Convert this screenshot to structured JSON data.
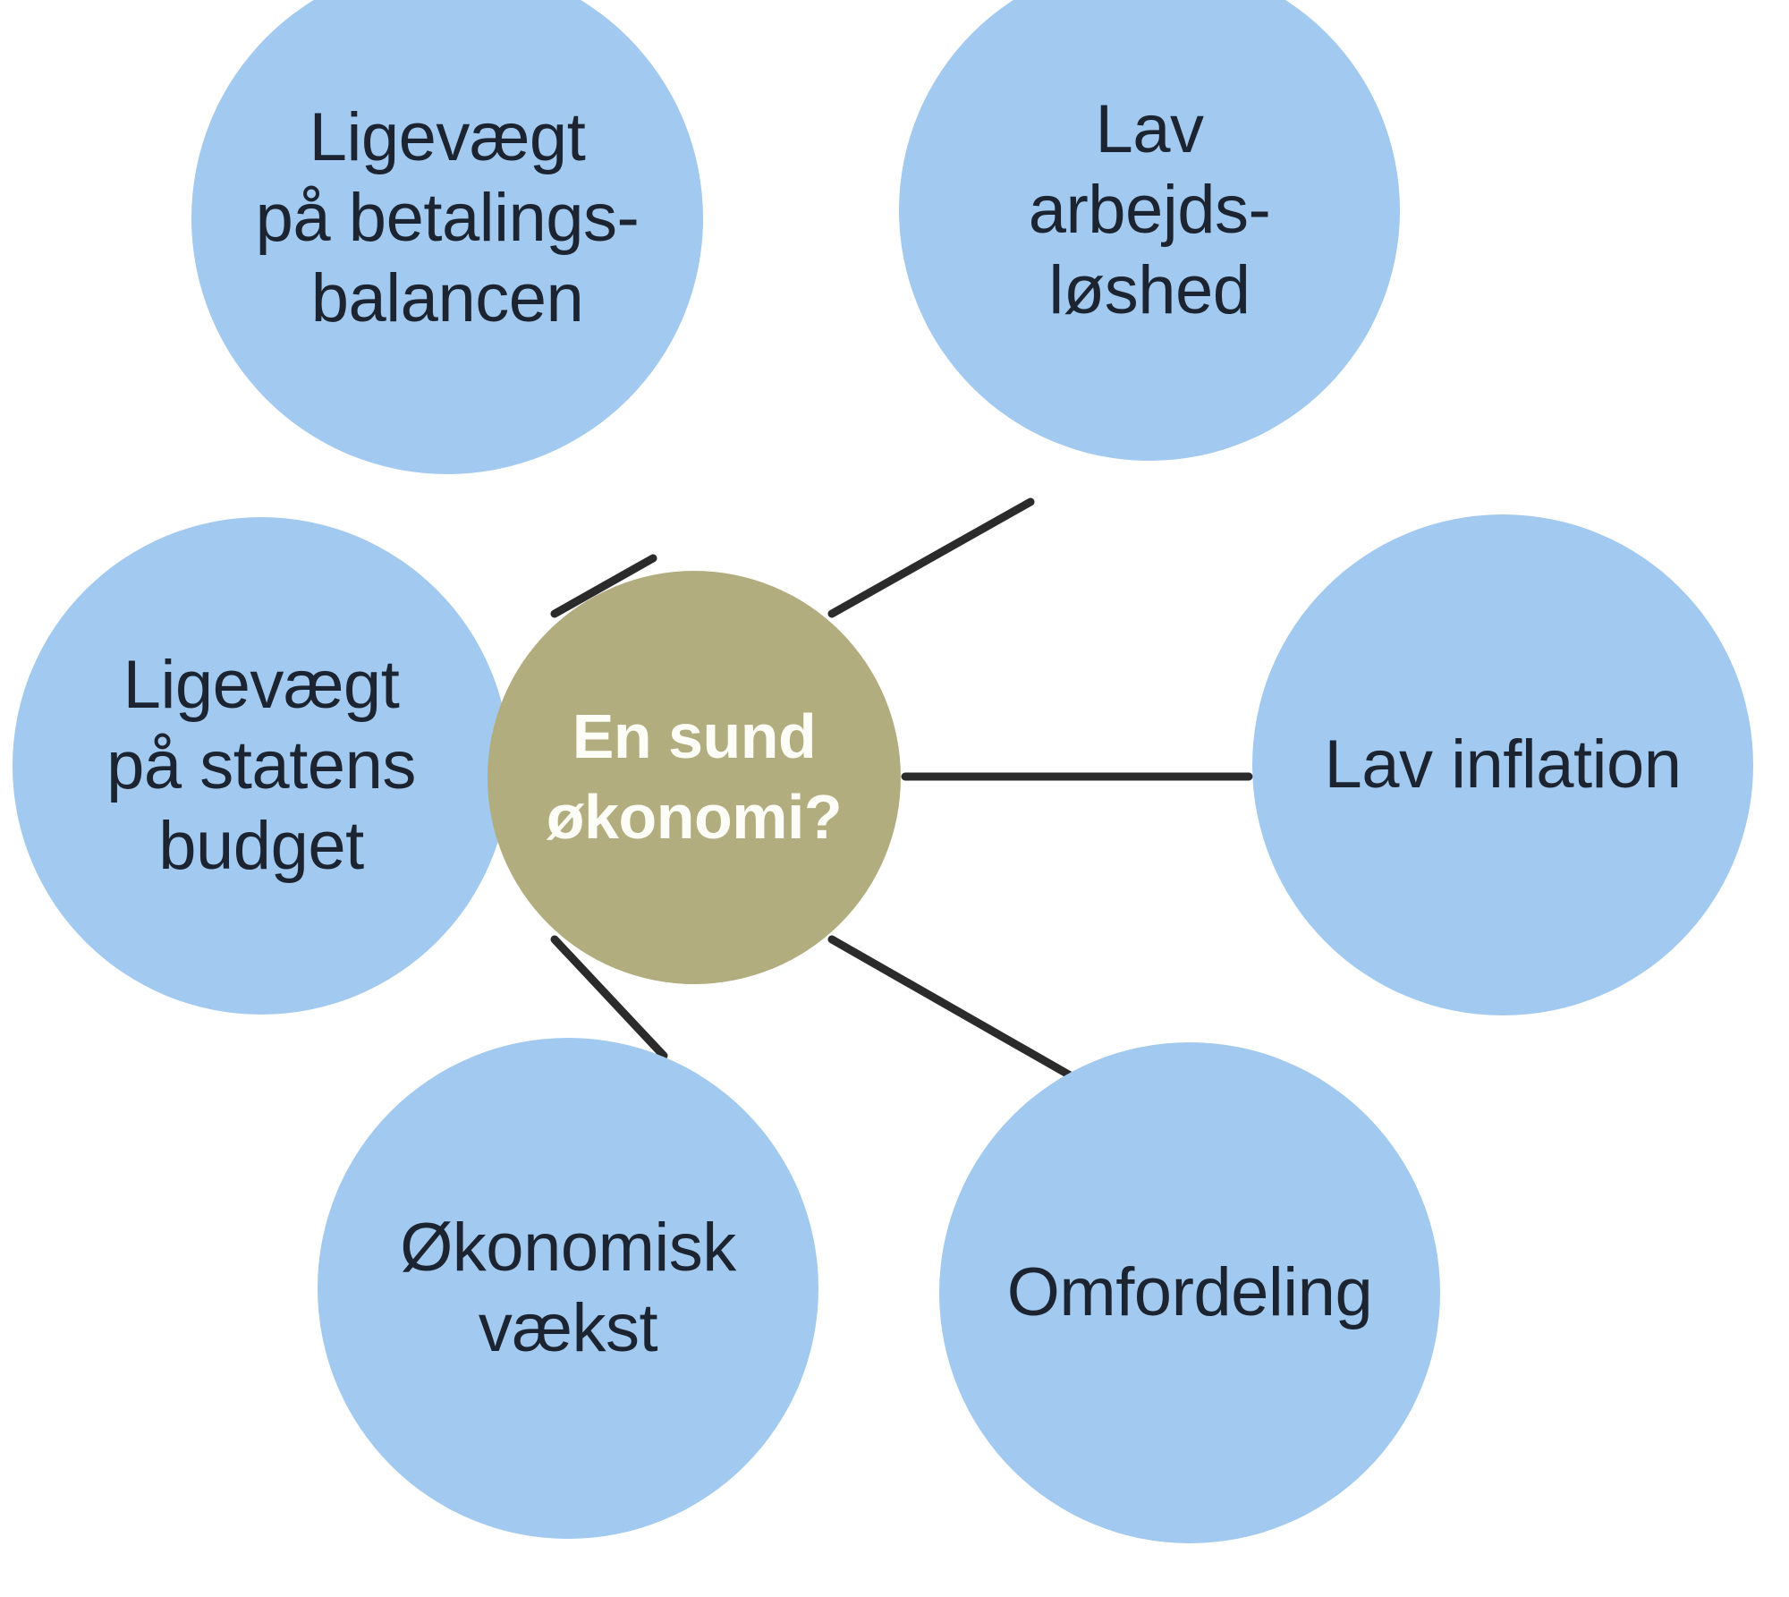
{
  "diagram": {
    "title_center": "En sund\nøkonomi?",
    "center_fill": "#b2ad7f",
    "center_text_color": "#fdfdf7",
    "satellite_fill": "#a2c9ef",
    "satellite_text_color": "#1b2430",
    "connector_color": "#2b2b2b",
    "background": "#ffffff",
    "nodes": [
      {
        "id": "betalingsbalance",
        "label": "Ligevægt\npå betalings-\nbalancen",
        "position": "top-left"
      },
      {
        "id": "arbejdsloshed",
        "label": "Lav\narbejds-\nløshed",
        "position": "top-right"
      },
      {
        "id": "inflation",
        "label": "Lav inflation",
        "position": "right"
      },
      {
        "id": "omfordeling",
        "label": "Omfordeling",
        "position": "bottom-right"
      },
      {
        "id": "vaekst",
        "label": "Økonomisk\nvækst",
        "position": "bottom-left"
      },
      {
        "id": "statsbudget",
        "label": "Ligevægt\npå statens\nbudget",
        "position": "left"
      }
    ]
  }
}
